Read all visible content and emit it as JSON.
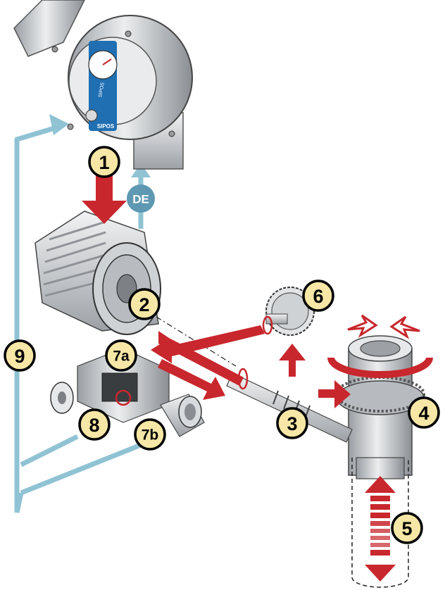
{
  "diagram": {
    "badges": {
      "b1": "1",
      "b2": "2",
      "b3": "3",
      "b4": "4",
      "b5": "5",
      "b6": "6",
      "b7a": "7a",
      "b7b": "7b",
      "b8": "8",
      "b9": "9"
    },
    "de_label": "DE",
    "actuator_brand": "SIPOS",
    "colors": {
      "force_flow": "#c8272d",
      "feedback": "#8fc3d4",
      "badge_fill": "#f6e7a6",
      "de_badge": "#5e98b2"
    }
  }
}
